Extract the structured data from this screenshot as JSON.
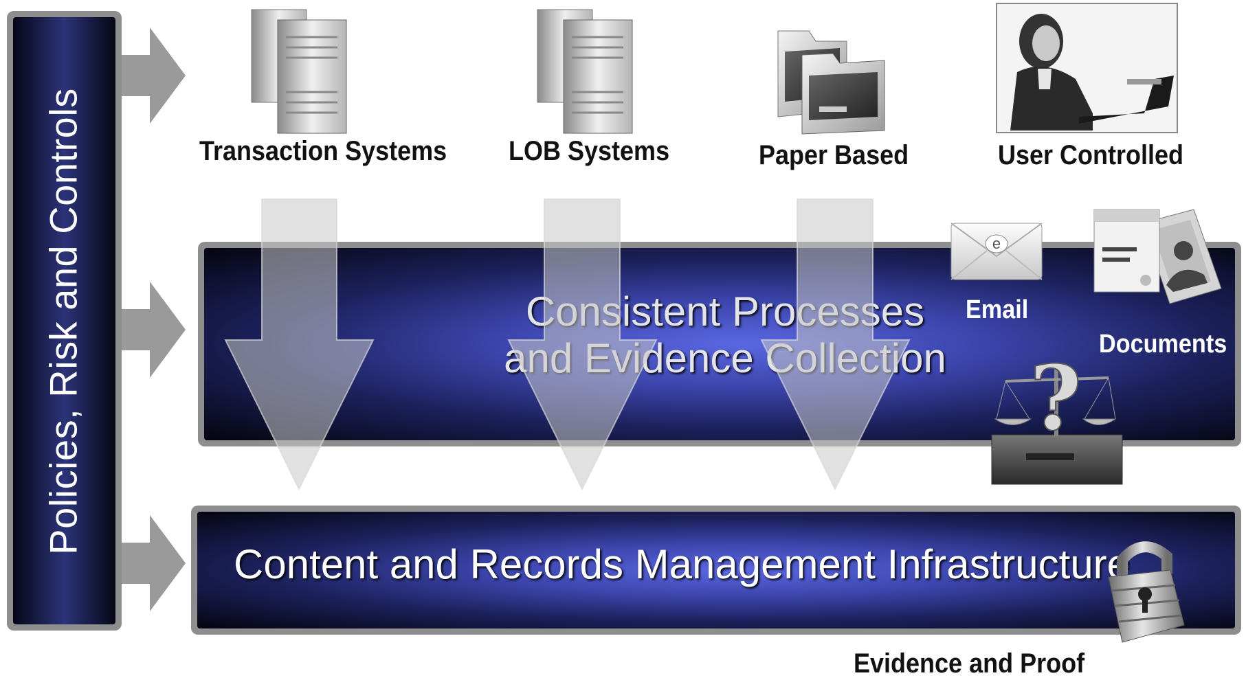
{
  "sidebar": {
    "title": "Policies, Risk and Controls"
  },
  "sources": [
    {
      "label": "Transaction Systems",
      "icon": "server-icon"
    },
    {
      "label": "LOB Systems",
      "icon": "server-icon"
    },
    {
      "label": "Paper Based",
      "icon": "folders-icon"
    },
    {
      "label": "User Controlled",
      "icon": "user-at-laptop-photo"
    }
  ],
  "process_band": {
    "title_line1": "Consistent Processes",
    "title_line2": "and Evidence Collection",
    "email_label": "Email",
    "documents_label": "Documents"
  },
  "infra_band": {
    "title": "Content and Records Management Infrastructure",
    "caption": "Evidence and Proof"
  },
  "colors": {
    "band_center": "#5b67e2",
    "band_edge": "#04050f",
    "frame": "#8e8e8e",
    "arrow": "#9a9a9a"
  }
}
